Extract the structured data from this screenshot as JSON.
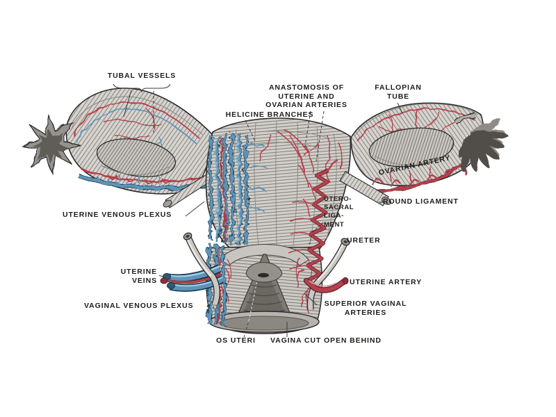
{
  "figure": {
    "labels": {
      "tubal_vessels": "TUBAL VESSELS",
      "anastomosis": [
        "ANASTOMOSIS OF",
        "UTERINE AND",
        "OVARIAN ARTERIES"
      ],
      "helicine_branches": "HELICINE BRANCHES",
      "fallopian_tube": [
        "FALLOPIAN",
        "TUBE"
      ],
      "ovarian_artery": "OVARIAN ARTERY",
      "round_ligament": "ROUND LIGAMENT",
      "uterine_venous_plexus": "UTERINE VENOUS PLEXUS",
      "uterosacral_ligament": [
        "UTERO-",
        "SACRAL",
        "LIGA-",
        "MENT"
      ],
      "ureter": "URETER",
      "uterine_veins": [
        "UTERINE",
        "VEINS"
      ],
      "uterine_artery": "UTERINE ARTERY",
      "vaginal_venous_plexus": "VAGINAL VENOUS PLEXUS",
      "superior_vaginal_arteries": [
        "SUPERIOR VAGINAL",
        "ARTERIES"
      ],
      "os_uteri": "OS UTERI",
      "vagina_cut_open": "VAGINA CUT OPEN BEHIND"
    },
    "colors": {
      "artery": "#b5414e",
      "vein": "#5f94b9",
      "tissue": "#d2cfca",
      "outline": "#2b2b2b",
      "ink": "#1f1d1b",
      "paper": "#ffffff"
    }
  }
}
